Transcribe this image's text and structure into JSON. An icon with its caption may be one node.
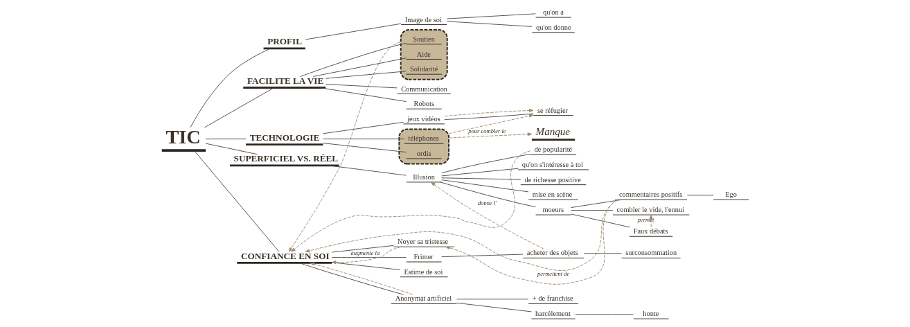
{
  "diagram": {
    "nodes": [
      {
        "text": [
          "TIC"
        ]
      },
      {
        "text": [
          "PROFIL"
        ]
      },
      {
        "text": [
          "Image de soi"
        ]
      },
      {
        "text": [
          "qu'on a"
        ]
      },
      {
        "text": [
          "qu'on donne"
        ]
      },
      {
        "text": [
          "FACILITE LA VIE"
        ]
      },
      {
        "text": [],
        "shape": "box"
      },
      {
        "text": [
          "Soutien"
        ],
        "in": 6
      },
      {
        "text": [
          "Aide"
        ],
        "in": 6
      },
      {
        "text": [
          "Solidarité"
        ],
        "in": 6
      },
      {
        "text": [
          "Communication"
        ]
      },
      {
        "text": [
          "Robots"
        ]
      },
      {
        "text": [
          "TECHNOLOGIE"
        ]
      },
      {
        "text": [
          "se réfugier"
        ]
      },
      {
        "text": [
          "jeux vidéos"
        ]
      },
      {
        "text": [],
        "shape": "box"
      },
      {
        "text": [
          "téléphones"
        ],
        "in": 15
      },
      {
        "text": [
          "ordis"
        ],
        "in": 15
      },
      {
        "text": [
          "Manque"
        ]
      },
      {
        "text": [
          "SUPERFICIEL VS. RÉEL"
        ]
      },
      {
        "text": [
          "Illusion"
        ]
      },
      {
        "text": [
          "de popularité"
        ]
      },
      {
        "text": [
          "qu'on s'intéresse à toi"
        ]
      },
      {
        "text": [
          "de richesse positive"
        ]
      },
      {
        "text": [
          "mise en scène"
        ]
      },
      {
        "text": [
          "moeurs"
        ]
      },
      {
        "text": [
          "commentaires positifs"
        ]
      },
      {
        "text": [
          "Ego"
        ]
      },
      {
        "text": [
          "combler le vide, l'ennui"
        ]
      },
      {
        "text": [
          "Faux débats"
        ]
      },
      {
        "text": [
          "CONFIANCE EN SOI"
        ]
      },
      {
        "text": [
          "Noyer sa tristesse"
        ]
      },
      {
        "text": [
          "Frimer"
        ]
      },
      {
        "text": [
          "acheter des objets"
        ]
      },
      {
        "text": [
          "surconsommation"
        ]
      },
      {
        "text": [
          "Estime de soi"
        ]
      },
      {
        "text": [
          "Anonymat artificiel"
        ]
      },
      {
        "text": [
          "+ de franchise"
        ]
      },
      {
        "text": [
          "harcèlement"
        ]
      },
      {
        "text": [
          "honte"
        ]
      }
    ],
    "edges": [
      {
        "from": 0,
        "to": 1,
        "arrow": "none"
      },
      {
        "from": 1,
        "to": 2,
        "arrow": "none"
      },
      {
        "from": 2,
        "to": 3,
        "arrow": "none"
      },
      {
        "from": 2,
        "to": 4,
        "arrow": "none"
      },
      {
        "from": 0,
        "to": 5,
        "arrow": "none"
      },
      {
        "from": 5,
        "to": 7,
        "arrow": "none"
      },
      {
        "from": 5,
        "to": 8,
        "arrow": "none"
      },
      {
        "from": 5,
        "to": 9,
        "arrow": "none"
      },
      {
        "from": 5,
        "to": 10,
        "arrow": "none"
      },
      {
        "from": 5,
        "to": 11,
        "arrow": "none"
      },
      {
        "from": 0,
        "to": 12,
        "arrow": "none"
      },
      {
        "from": 12,
        "to": 14,
        "arrow": "none"
      },
      {
        "from": 14,
        "to": 13,
        "arrow": "none"
      },
      {
        "from": 12,
        "to": 16,
        "arrow": "none"
      },
      {
        "from": 12,
        "to": 17,
        "arrow": "none"
      },
      {
        "from": 0,
        "to": 19,
        "arrow": "none"
      },
      {
        "from": 19,
        "to": 20,
        "arrow": "none"
      },
      {
        "from": 20,
        "to": 21,
        "arrow": "none"
      },
      {
        "from": 20,
        "to": 22,
        "arrow": "none"
      },
      {
        "from": 20,
        "to": 23,
        "arrow": "none"
      },
      {
        "from": 20,
        "to": 24,
        "arrow": "none"
      },
      {
        "from": 20,
        "to": 25,
        "arrow": "none"
      },
      {
        "from": 25,
        "to": 26,
        "arrow": "none"
      },
      {
        "from": 26,
        "to": 27,
        "arrow": "none"
      },
      {
        "from": 25,
        "to": 28,
        "arrow": "none"
      },
      {
        "from": 25,
        "to": 29,
        "arrow": "none"
      },
      {
        "from": 0,
        "to": 30,
        "arrow": "none"
      },
      {
        "from": 30,
        "to": 31,
        "arrow": "none"
      },
      {
        "from": 30,
        "to": 32,
        "arrow": "none"
      },
      {
        "from": 32,
        "to": 33,
        "arrow": "none"
      },
      {
        "from": 33,
        "to": 34,
        "arrow": "none"
      },
      {
        "from": 30,
        "to": 35,
        "arrow": "none"
      },
      {
        "from": 30,
        "to": 36,
        "arrow": "none"
      },
      {
        "from": 36,
        "to": 37,
        "arrow": "none"
      },
      {
        "from": 36,
        "to": 38,
        "arrow": "none"
      },
      {
        "from": 38,
        "to": 39,
        "arrow": "none"
      },
      {
        "from": 6,
        "to": 30,
        "arrow": "to",
        "style": "dashed",
        "color": "#a08a6c"
      },
      {
        "from": 21,
        "to": 30,
        "arrow": "to",
        "style": "dashed",
        "color": "#a08a6c"
      },
      {
        "from": 26,
        "to": 30,
        "arrow": "to",
        "style": "dashed",
        "color": "#a08a6c"
      },
      {
        "from": 31,
        "to": 30,
        "arrow": "to",
        "label": "augmente la",
        "style": "dashed",
        "color": "#a08a6c"
      },
      {
        "from": 26,
        "to": 31,
        "arrow": "to",
        "label": "permettent de",
        "style": "dashed",
        "color": "#a08a6c"
      },
      {
        "from": 33,
        "to": 20,
        "arrow": "to",
        "label": "donne l'",
        "style": "dashed",
        "color": "#a08a6c"
      },
      {
        "from": 36,
        "to": 30,
        "arrow": "to",
        "style": "dashed",
        "color": "#a08a6c"
      },
      {
        "from": 29,
        "to": 28,
        "arrow": "to",
        "label": "permet",
        "style": "dashed",
        "color": "#a08a6c"
      },
      {
        "from": 14,
        "to": 13,
        "arrow": "to",
        "style": "dashed",
        "color": "#a08a6c"
      },
      {
        "from": 15,
        "to": 13,
        "arrow": "to",
        "style": "dashed",
        "color": "#a08a6c"
      },
      {
        "from": 15,
        "to": 18,
        "arrow": "to",
        "label": "pour combler le",
        "style": "dashed",
        "color": "#a08a6c"
      }
    ]
  }
}
